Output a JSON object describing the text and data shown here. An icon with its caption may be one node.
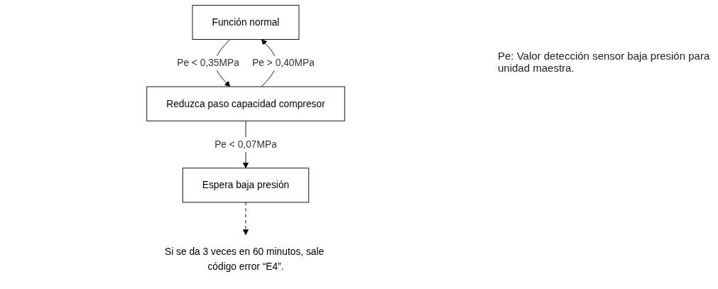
{
  "diagram": {
    "nodes": [
      {
        "text": [
          "Función normal"
        ]
      },
      {
        "text": [
          "Reduzca paso capacidad compresor"
        ]
      },
      {
        "text": [
          "Espera baja presión"
        ]
      },
      {
        "text": [
          "Si se da 3 veces en 60 minutos, sale código error “E4”."
        ]
      }
    ],
    "edges": [
      {
        "from": 0,
        "to": 1,
        "arrow": "to",
        "label": "Pe < 0,35MPa"
      },
      {
        "from": 1,
        "to": 0,
        "arrow": "to",
        "label": "Pe > 0,40MPa"
      },
      {
        "from": 1,
        "to": 2,
        "arrow": "to",
        "label": "Pe < 0,07MPa"
      },
      {
        "from": 2,
        "to": 3,
        "arrow": "to",
        "style": "dashed"
      }
    ],
    "labels": [
      "Pe: Valor detección sensor baja presión para unidad maestra."
    ]
  }
}
